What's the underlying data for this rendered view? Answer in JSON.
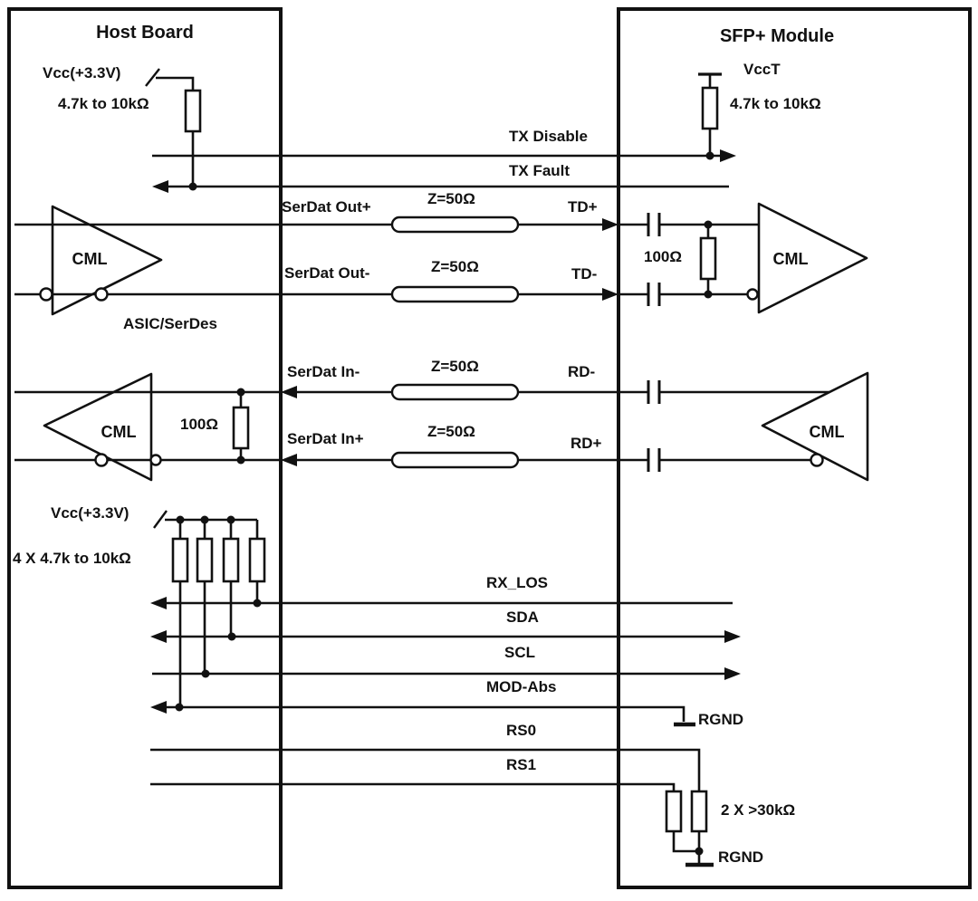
{
  "colors": {
    "ink": "#111111",
    "background": "#ffffff"
  },
  "host": {
    "title": "Host Board",
    "asic_label": "ASIC/SerDes",
    "tx_driver_label": "CML",
    "rx_receiver_label": "CML",
    "termination_value": "100Ω",
    "pullup_top": {
      "rail": "Vcc(+3.3V)",
      "value": "4.7k to 10kΩ"
    },
    "pullup_quad": {
      "rail": "Vcc(+3.3V)",
      "value": "4 X 4.7k to 10kΩ"
    }
  },
  "module": {
    "title": "SFP+ Module",
    "rail": "VccT",
    "pullup_value": "4.7k to 10kΩ",
    "termination_value": "100Ω",
    "tx_input_label": "CML",
    "rx_driver_label": "CML",
    "rs_resistor_value": "2 X  >30kΩ",
    "rgnd_mod_abs": "RGND",
    "rgnd_rs": "RGND"
  },
  "signals": {
    "tx_disable": "TX Disable",
    "tx_fault": "TX Fault",
    "serdat_out_p": "SerDat Out+",
    "serdat_out_n": "SerDat Out-",
    "td_p": "TD+",
    "td_n": "TD-",
    "serdat_in_n": "SerDat In-",
    "serdat_in_p": "SerDat In+",
    "rd_n": "RD-",
    "rd_p": "RD+",
    "rx_los": "RX_LOS",
    "sda": "SDA",
    "scl": "SCL",
    "mod_abs": "MOD-Abs",
    "rs0": "RS0",
    "rs1": "RS1",
    "z50_tx_p": "Z=50Ω",
    "z50_tx_n": "Z=50Ω",
    "z50_rx_n": "Z=50Ω",
    "z50_rx_p": "Z=50Ω"
  }
}
